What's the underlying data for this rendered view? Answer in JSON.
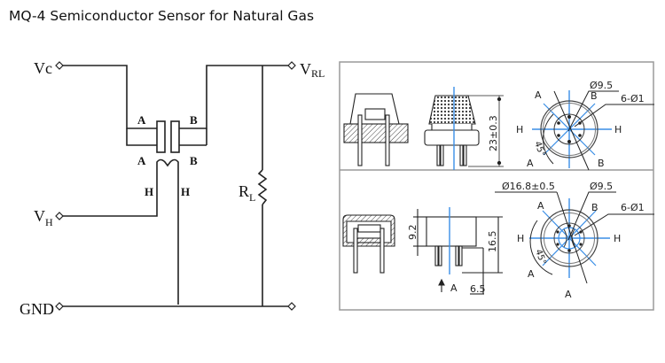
{
  "title": "MQ-4 Semiconductor Sensor for Natural Gas",
  "circuit": {
    "terminals": {
      "vc": "Vc",
      "vrl_main": "V",
      "vrl_sub": "RL",
      "vh_main": "V",
      "vh_sub": "H",
      "gnd": "GND",
      "rl_main": "R",
      "rl_sub": "L"
    },
    "pins": {
      "a_top": "A",
      "a_bottom": "A",
      "b_top": "B",
      "b_bottom": "B",
      "h_left": "H",
      "h_right": "H"
    }
  },
  "mechanical": {
    "colors": {
      "centerline": "#3a8ee6",
      "frame": "#9a9a9a",
      "ink": "#222222"
    },
    "top_panel": {
      "height_dim": "23±0.3",
      "diameter_dim": "Ø9.5",
      "pins_dim": "6-Ø1",
      "angle": "45°",
      "labels": {
        "a1": "A",
        "a2": "A",
        "b1": "B",
        "b2": "B",
        "h1": "H",
        "h2": "H"
      }
    },
    "bottom_panel": {
      "body_height_dim": "9.2",
      "total_height_dim": "16.5",
      "pin_length_dim": "6.5",
      "view_label": "A",
      "outer_diameter_dim": "Ø16.8±0.5",
      "diameter_dim": "Ø9.5",
      "pins_dim": "6-Ø1",
      "angle": "45°",
      "labels": {
        "a1": "A",
        "a2": "A",
        "a3": "A",
        "b1": "B",
        "h1": "H",
        "h2": "H"
      }
    }
  }
}
